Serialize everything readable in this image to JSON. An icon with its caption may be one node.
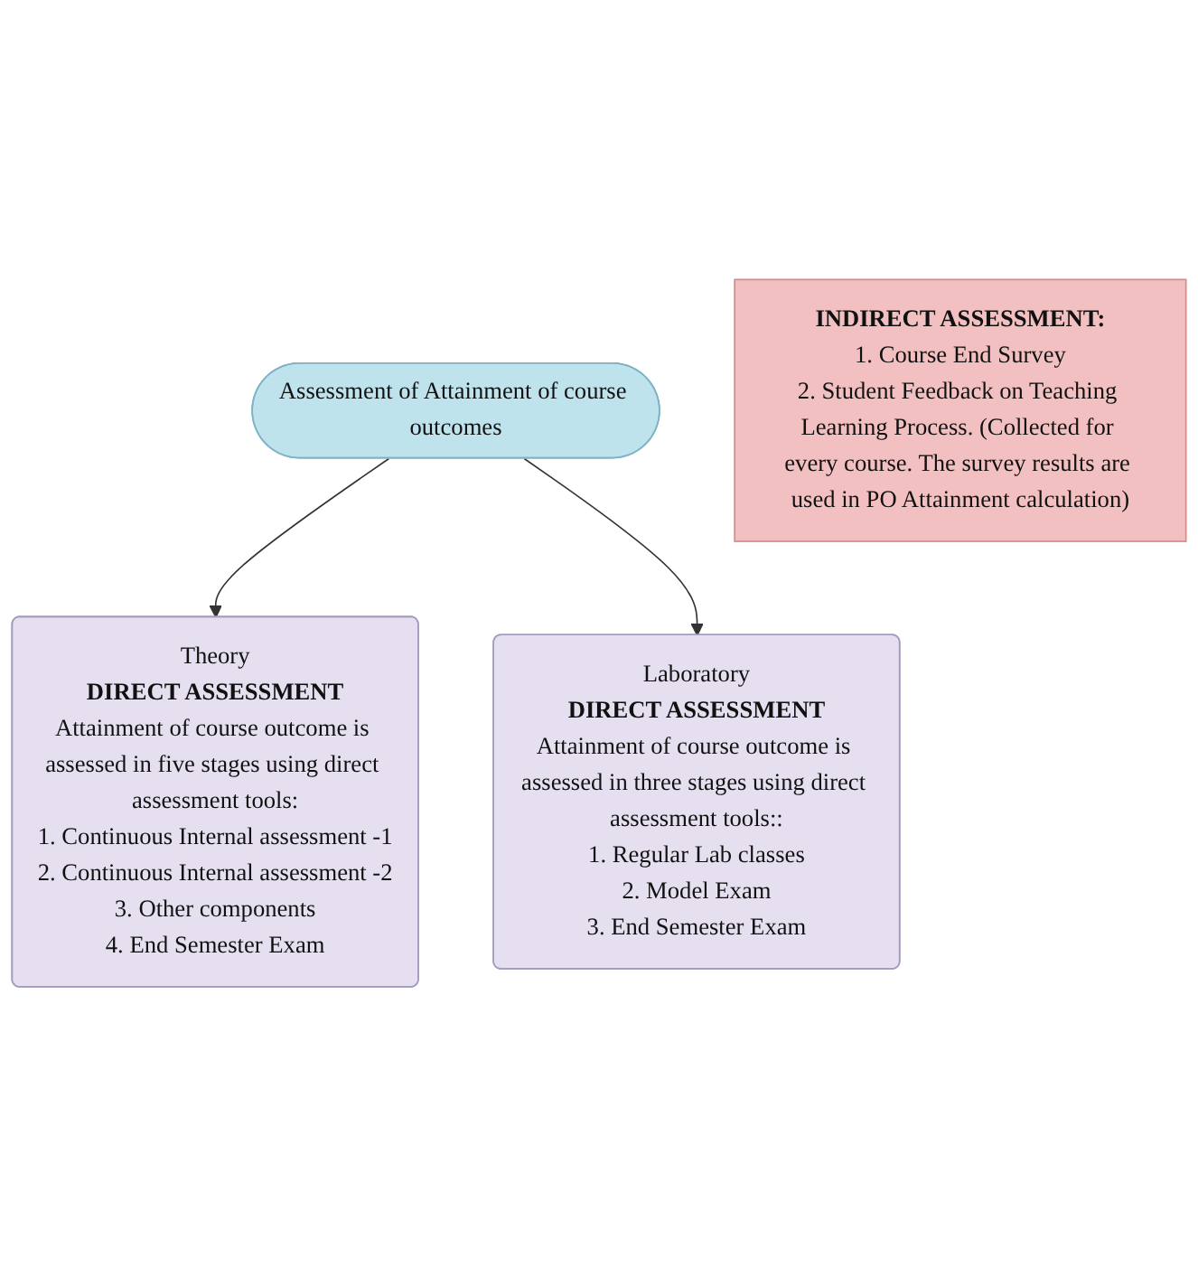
{
  "diagram": {
    "nodes": [
      {
        "text": [
          "Assessment of Attainment of course outcomes"
        ]
      },
      {
        "text": [
          "Theory",
          "DIRECT ASSESSMENT",
          "Attainment of course outcome is assessed in five stages using direct assessment tools:",
          "1. Continuous Internal assessment -1",
          "2. Continuous Internal assessment -2",
          "3. Other components",
          "4. End Semester Exam"
        ]
      },
      {
        "text": [
          "Laboratory",
          "DIRECT ASSESSMENT",
          "Attainment of course outcome is assessed in three stages using direct assessment tools::",
          "1. Regular Lab classes",
          "2. Model Exam",
          "3. End Semester Exam"
        ]
      },
      {
        "text": [
          "INDIRECT ASSESSMENT:",
          "1. Course End Survey",
          "2. Student Feedback on Teaching Learning Process. (Collected for every course. The survey results are used in PO Attainment calculation)"
        ]
      }
    ],
    "edges": [
      {
        "from": 0,
        "to": 1,
        "arrow": "to"
      },
      {
        "from": 0,
        "to": 2,
        "arrow": "to"
      }
    ]
  }
}
